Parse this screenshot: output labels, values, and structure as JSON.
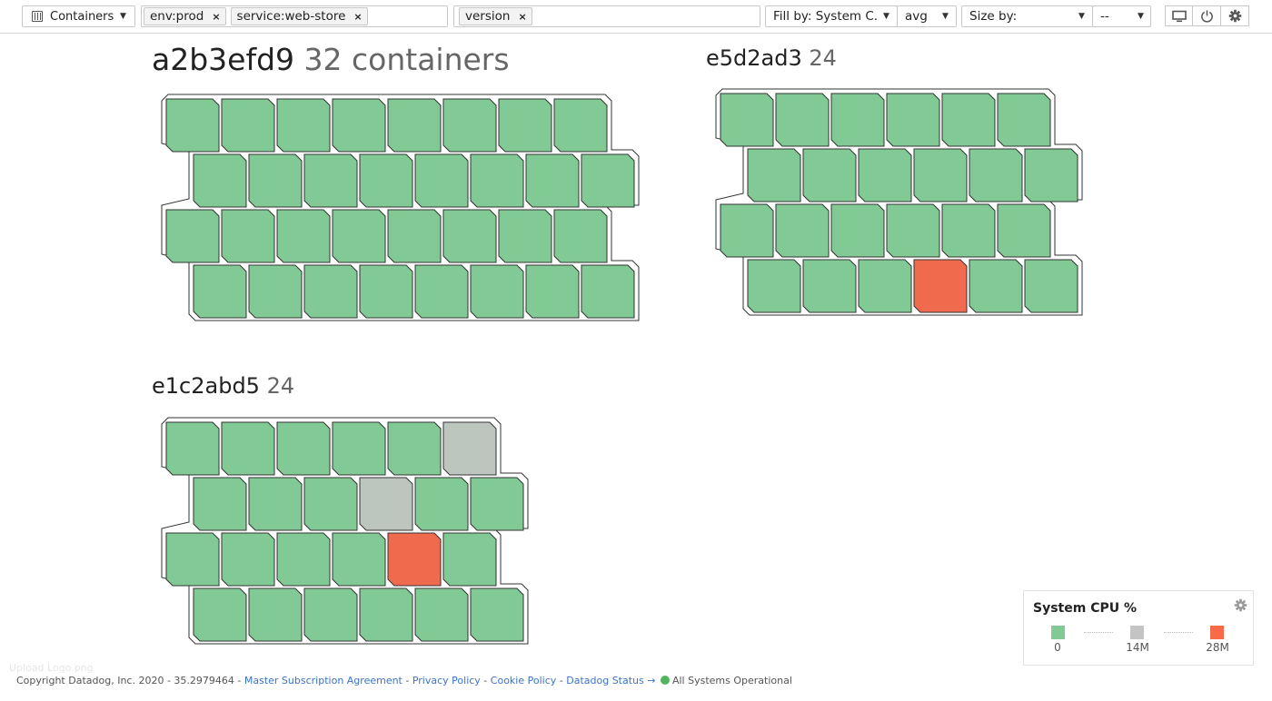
{
  "toolbar": {
    "scope_label": "Containers",
    "filter_tags": [
      "env:prod",
      "service:web-store"
    ],
    "group_tags": [
      "version"
    ],
    "fill_label": "Fill by: System C...",
    "aggregation": "avg",
    "size_label": "Size by:",
    "size_value": "--",
    "icons": [
      "monitor-icon",
      "power-icon",
      "gear-icon"
    ]
  },
  "groups": [
    {
      "name": "a2b3efd9",
      "count": "32 containers",
      "rows": [
        [
          "g",
          "g",
          "g",
          "g",
          "g",
          "g",
          "g",
          "g"
        ],
        [
          "g",
          "g",
          "g",
          "g",
          "g",
          "g",
          "g",
          "g"
        ],
        [
          "g",
          "g",
          "g",
          "g",
          "g",
          "g",
          "g",
          "g"
        ],
        [
          "g",
          "g",
          "g",
          "g",
          "g",
          "g",
          "g",
          "g"
        ]
      ]
    },
    {
      "name": "e5d2ad3",
      "count": "24",
      "rows": [
        [
          "g",
          "g",
          "g",
          "g",
          "g",
          "g"
        ],
        [
          "g",
          "g",
          "g",
          "g",
          "g",
          "g"
        ],
        [
          "g",
          "g",
          "g",
          "g",
          "g",
          "g"
        ],
        [
          "g",
          "g",
          "g",
          "r",
          "g",
          "g"
        ]
      ]
    },
    {
      "name": "e1c2abd5",
      "count": "24",
      "rows": [
        [
          "g",
          "g",
          "g",
          "g",
          "g",
          "a"
        ],
        [
          "g",
          "g",
          "g",
          "a",
          "g",
          "g"
        ],
        [
          "g",
          "g",
          "g",
          "g",
          "r",
          "g"
        ],
        [
          "g",
          "g",
          "g",
          "g",
          "g",
          "g"
        ]
      ]
    }
  ],
  "colors": {
    "g": "#81c995",
    "a": "#bcc6bf",
    "r": "#f06b4e",
    "border": "#333333"
  },
  "legend": {
    "title": "System CPU %",
    "stops": [
      {
        "label": "0",
        "color": "#81c995"
      },
      {
        "label": "14M",
        "color": "#c4c4c4"
      },
      {
        "label": "28M",
        "color": "#f96a48"
      }
    ]
  },
  "footer": {
    "copyright": "Copyright Datadog, Inc. 2020 - 35.2979464 -",
    "links": [
      "Master Subscription Agreement",
      "Privacy Policy",
      "Cookie Policy",
      "Datadog Status →"
    ],
    "status": "All Systems Operational",
    "faint_text": "Upload Logo.png"
  }
}
